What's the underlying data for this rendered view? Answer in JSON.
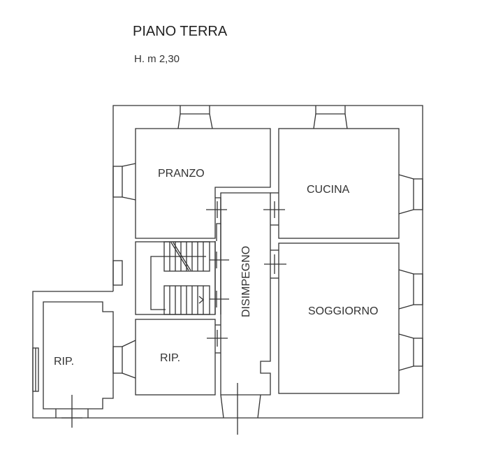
{
  "header": {
    "title": "PIANO TERRA",
    "height": "H. m 2,30"
  },
  "rooms": {
    "pranzo": "PRANZO",
    "cucina": "CUCINA",
    "soggiorno": "SOGGIORNO",
    "disimpegno": "DISIMPEGNO",
    "rip_left": "RIP.",
    "rip_right": "RIP."
  }
}
